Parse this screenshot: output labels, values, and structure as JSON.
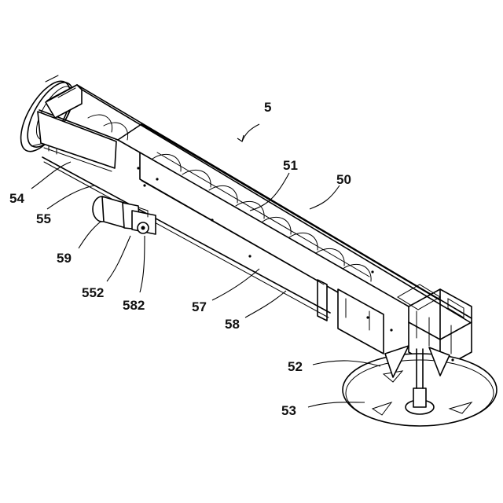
{
  "figure": {
    "labels": {
      "l5": "5",
      "l50": "50",
      "l51": "51",
      "l52": "52",
      "l53": "53",
      "l54": "54",
      "l55": "55",
      "l57": "57",
      "l58": "58",
      "l59": "59",
      "l552": "552",
      "l582": "582"
    }
  }
}
